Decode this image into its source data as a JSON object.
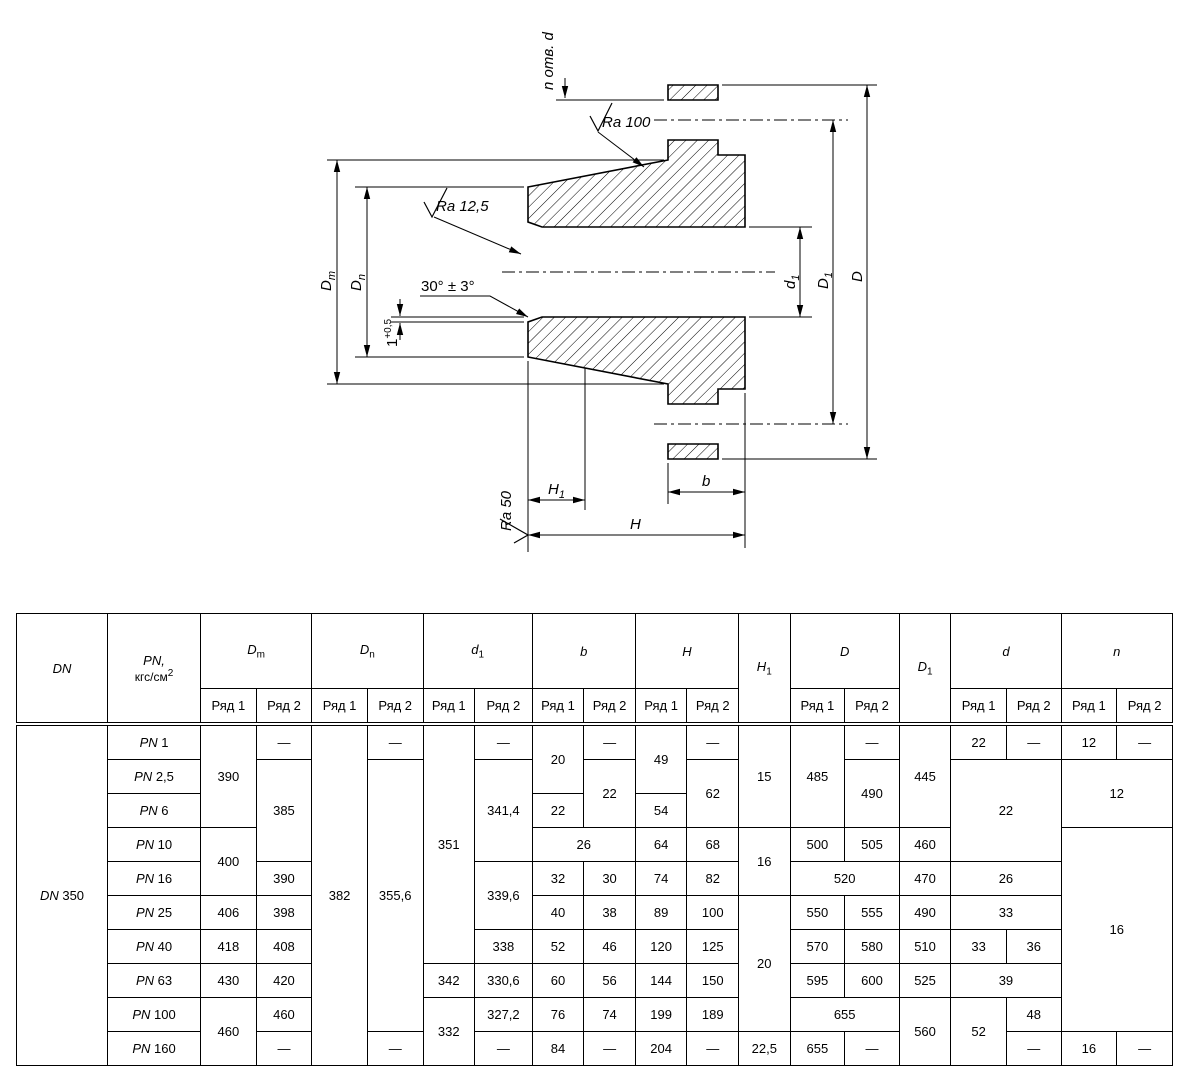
{
  "drawing": {
    "labels": {
      "n_holes": "n отв. d",
      "ra100": "Ra 100",
      "ra125": "Ra 12,5",
      "ra50": "Ra 50",
      "angle": "30° ± 3°",
      "land_base": "1",
      "land_tol": "+0,5",
      "dm": "D",
      "dm_sub": "m",
      "dn": "D",
      "dn_sub": "n",
      "d1": "d",
      "d1_sub": "1",
      "dd1": "D",
      "dd1_sub": "1",
      "dbig": "D",
      "h1": "H",
      "h1_sub": "1",
      "b": "b",
      "h": "H"
    }
  },
  "table": {
    "header_top": [
      {
        "t": "DN",
        "i": 1,
        "rs": 2
      },
      {
        "t": "PN,",
        "i": 1,
        "rs": 2,
        "t2": "кгс/см",
        "sup2": "2"
      },
      {
        "t": "D",
        "s": "m",
        "i": 1,
        "cs": 2
      },
      {
        "t": "D",
        "s": "n",
        "i": 1,
        "cs": 2
      },
      {
        "t": "d",
        "s": "1",
        "i": 1,
        "cs": 2
      },
      {
        "t": "b",
        "i": 1,
        "cs": 2
      },
      {
        "t": "H",
        "i": 1,
        "cs": 2
      },
      {
        "t": "H",
        "s": "1",
        "i": 1,
        "rs": 2
      },
      {
        "t": "D",
        "i": 1,
        "cs": 2
      },
      {
        "t": "D",
        "s": "1",
        "i": 1,
        "rs": 2
      },
      {
        "t": "d",
        "i": 1,
        "cs": 2
      },
      {
        "t": "n",
        "i": 1,
        "cs": 2
      }
    ],
    "header_sub": [
      "Ряд 1",
      "Ряд 2",
      "Ряд 1",
      "Ряд 2",
      "Ряд 1",
      "Ряд 2",
      "Ряд 1",
      "Ряд 2",
      "Ряд 1",
      "Ряд 2",
      "Ряд 1",
      "Ряд 2",
      "Ряд 1",
      "Ряд 2",
      "Ряд 1",
      "Ряд 2"
    ],
    "rows": [
      [
        {
          "t": "DN 350",
          "if": 1,
          "rs": 10,
          "n": "dn-cell"
        },
        {
          "t": "PN 1",
          "if": 1,
          "n": "pn-cell"
        },
        {
          "t": "390",
          "rs": 3
        },
        {
          "t": "—"
        },
        {
          "t": "382",
          "rs": 10
        },
        {
          "t": "—"
        },
        {
          "t": "351",
          "rs": 7
        },
        {
          "t": "—"
        },
        {
          "t": "20",
          "rs": 2
        },
        {
          "t": "—"
        },
        {
          "t": "49",
          "rs": 2
        },
        {
          "t": "—"
        },
        {
          "t": "15",
          "rs": 3
        },
        {
          "t": "485",
          "rs": 3
        },
        {
          "t": "—"
        },
        {
          "t": "445",
          "rs": 3
        },
        {
          "t": "22"
        },
        {
          "t": "—"
        },
        {
          "t": "12"
        },
        {
          "t": "—"
        }
      ],
      [
        {
          "t": "PN 2,5",
          "if": 1,
          "n": "pn-cell"
        },
        {
          "t": "385",
          "rs": 3
        },
        {
          "t": "355,6",
          "rs": 8
        },
        {
          "t": "341,4",
          "rs": 3
        },
        {
          "t": "22",
          "rs": 2
        },
        {
          "t": "62",
          "rs": 2
        },
        {
          "t": "490",
          "rs": 2
        },
        {
          "t": "22",
          "cs": 2,
          "rs": 3
        },
        {
          "t": "12",
          "cs": 2,
          "rs": 2
        }
      ],
      [
        {
          "t": "PN 6",
          "if": 1,
          "n": "pn-cell"
        },
        {
          "t": "22"
        },
        {
          "t": "54"
        }
      ],
      [
        {
          "t": "PN 10",
          "if": 1,
          "n": "pn-cell"
        },
        {
          "t": "400",
          "rs": 2
        },
        {
          "t": "26",
          "cs": 2
        },
        {
          "t": "64"
        },
        {
          "t": "68"
        },
        {
          "t": "16",
          "rs": 2
        },
        {
          "t": "500"
        },
        {
          "t": "505"
        },
        {
          "t": "460"
        },
        {
          "t": "16",
          "cs": 2,
          "rs": 6
        }
      ],
      [
        {
          "t": "PN 16",
          "if": 1,
          "n": "pn-cell"
        },
        {
          "t": "390"
        },
        {
          "t": "339,6",
          "rs": 2
        },
        {
          "t": "32"
        },
        {
          "t": "30"
        },
        {
          "t": "74"
        },
        {
          "t": "82"
        },
        {
          "t": "520",
          "cs": 2
        },
        {
          "t": "470"
        },
        {
          "t": "26",
          "cs": 2
        }
      ],
      [
        {
          "t": "PN 25",
          "if": 1,
          "n": "pn-cell"
        },
        {
          "t": "406"
        },
        {
          "t": "398"
        },
        {
          "t": "40"
        },
        {
          "t": "38"
        },
        {
          "t": "89"
        },
        {
          "t": "100"
        },
        {
          "t": "20",
          "rs": 4
        },
        {
          "t": "550"
        },
        {
          "t": "555"
        },
        {
          "t": "490"
        },
        {
          "t": "33",
          "cs": 2
        }
      ],
      [
        {
          "t": "PN 40",
          "if": 1,
          "n": "pn-cell"
        },
        {
          "t": "418"
        },
        {
          "t": "408"
        },
        {
          "t": "338"
        },
        {
          "t": "52"
        },
        {
          "t": "46"
        },
        {
          "t": "120"
        },
        {
          "t": "125"
        },
        {
          "t": "570"
        },
        {
          "t": "580"
        },
        {
          "t": "510"
        },
        {
          "t": "33"
        },
        {
          "t": "36"
        }
      ],
      [
        {
          "t": "PN 63",
          "if": 1,
          "n": "pn-cell"
        },
        {
          "t": "430"
        },
        {
          "t": "420"
        },
        {
          "t": "342"
        },
        {
          "t": "330,6"
        },
        {
          "t": "60"
        },
        {
          "t": "56"
        },
        {
          "t": "144"
        },
        {
          "t": "150"
        },
        {
          "t": "595"
        },
        {
          "t": "600"
        },
        {
          "t": "525"
        },
        {
          "t": "39",
          "cs": 2
        }
      ],
      [
        {
          "t": "PN 100",
          "if": 1,
          "n": "pn-cell"
        },
        {
          "t": "460",
          "rs": 2
        },
        {
          "t": "460"
        },
        {
          "t": "332",
          "rs": 2
        },
        {
          "t": "327,2"
        },
        {
          "t": "76"
        },
        {
          "t": "74"
        },
        {
          "t": "199"
        },
        {
          "t": "189"
        },
        {
          "t": "655",
          "cs": 2
        },
        {
          "t": "560",
          "rs": 2
        },
        {
          "t": "52",
          "rs": 2
        },
        {
          "t": "48"
        }
      ],
      [
        {
          "t": "PN 160",
          "if": 1,
          "n": "pn-cell"
        },
        {
          "t": "—"
        },
        {
          "t": "—"
        },
        {
          "t": "—"
        },
        {
          "t": "84"
        },
        {
          "t": "—"
        },
        {
          "t": "204"
        },
        {
          "t": "—"
        },
        {
          "t": "22,5"
        },
        {
          "t": "655"
        },
        {
          "t": "—"
        },
        {
          "t": "—"
        },
        {
          "t": "16"
        },
        {
          "t": "—"
        }
      ]
    ]
  }
}
